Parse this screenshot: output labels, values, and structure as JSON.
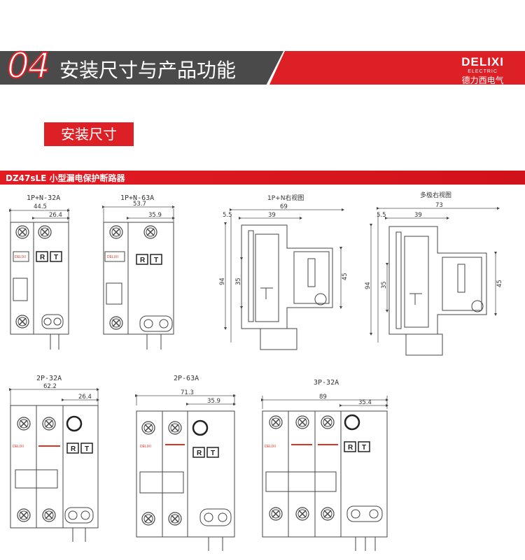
{
  "header": {
    "number": "04",
    "title": "安装尺寸与产品功能",
    "brand": "DELIXI",
    "brand_sub": "ELECTRIC",
    "brand_cn": "德力西电气"
  },
  "section_tag": "安装尺寸",
  "product_bar": "DZ47sLE 小型漏电保护断路器",
  "drawings": {
    "d1": {
      "label": "1P+N-32A",
      "w": "44.5",
      "r": "26.4"
    },
    "d2": {
      "label": "1P+N-63A",
      "w": "53.7",
      "r": "35.9"
    },
    "d3": {
      "label": "1P+N右视图",
      "a": "5.5",
      "b": "39",
      "c": "69",
      "h1": "94",
      "h2": "35",
      "h3": "45"
    },
    "d4": {
      "label": "多极右视图",
      "a": "5.5",
      "b": "39",
      "c": "73",
      "h1": "94",
      "h2": "35",
      "h3": "45"
    },
    "d5": {
      "label": "2P-32A",
      "w": "62.2",
      "r": "26.4"
    },
    "d6": {
      "label": "2P-63A",
      "w": "71.3",
      "r": "35.9"
    },
    "d7": {
      "label": "3P-32A",
      "w": "89",
      "r": "35.4"
    }
  },
  "panel": {
    "brand_small": "DELIXI",
    "brand_small_sub": "ELECTRIC",
    "btn_r": "R",
    "btn_t": "T"
  },
  "colors": {
    "accent": "#dd1f26",
    "dark": "#4a4a4a"
  }
}
